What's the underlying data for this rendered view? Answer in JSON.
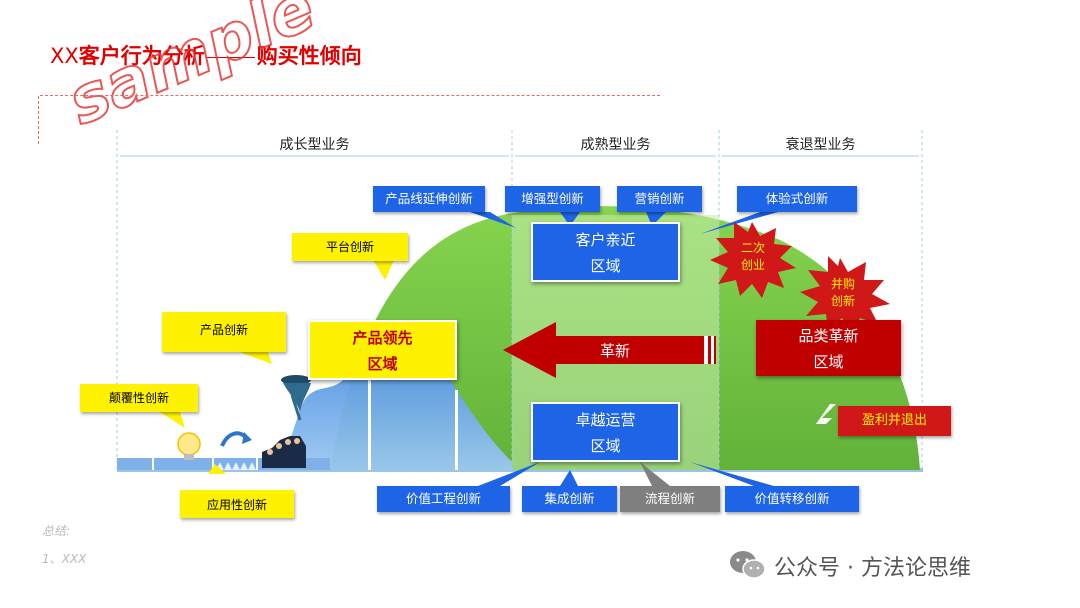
{
  "title": {
    "lead": "XX",
    "main": "客户行为分析",
    "sub": "购买性倾向"
  },
  "watermark": "sample",
  "phases": {
    "growth": "成长型业务",
    "mature": "成熟型业务",
    "decline": "衰退型业务"
  },
  "top_innovations": [
    "产品线延伸创新",
    "增强型创新",
    "营销创新",
    "体验式创新"
  ],
  "bottom_innovations": [
    "价值工程创新",
    "集成创新",
    "流程创新",
    "价值转移创新"
  ],
  "left_innovations": {
    "platform": "平台创新",
    "product": "产品创新",
    "disruptive": "颠覆性创新",
    "application": "应用性创新"
  },
  "zones": {
    "product_leadership": {
      "line1": "产品领先",
      "line2": "区域"
    },
    "customer_intimacy": {
      "line1": "客户亲近",
      "line2": "区域"
    },
    "operational_excellence": {
      "line1": "卓越运营",
      "line2": "区域"
    },
    "category_renewal": {
      "line1": "品类革新",
      "line2": "区域"
    }
  },
  "arrow_label": "革新",
  "bursts": {
    "second_venture": {
      "line1": "二次",
      "line2": "创业"
    },
    "mna": {
      "line1": "并购",
      "line2": "创新"
    }
  },
  "exit_label": "盈利并退出",
  "summary": {
    "heading": "总结:",
    "item1": "1、XXX"
  },
  "source": "公众号 · 方法论思维",
  "colors": {
    "accent_red": "#e00000",
    "blue": "#1e64e6",
    "yellow": "#fff200",
    "green": "#7dc64a",
    "dark_red": "#c00000",
    "gray": "#7f7f7f"
  }
}
